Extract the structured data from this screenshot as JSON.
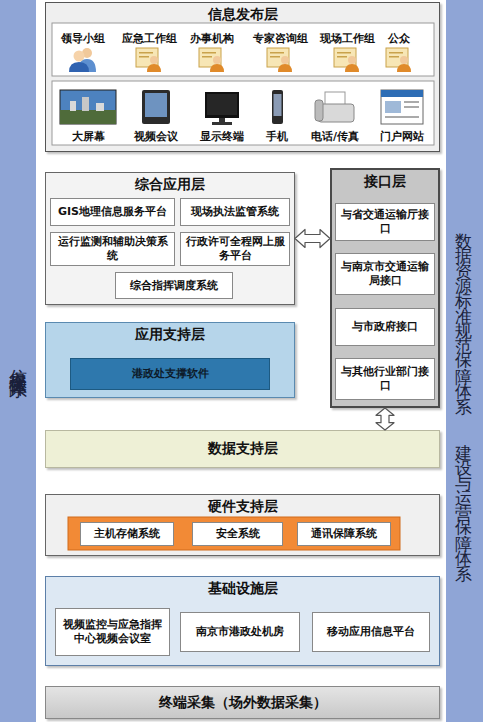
{
  "diagram": {
    "nodes": [
      {
        "text": [
          "信息发布层"
        ]
      },
      {
        "text": [
          "综合应用层"
        ]
      },
      {
        "text": [
          "GIS地理信息服务平台"
        ],
        "in": 1
      },
      {
        "text": [
          "现场执法监管系统"
        ],
        "in": 1
      },
      {
        "text": [
          "运行监测和辅助决策系统"
        ],
        "in": 1
      },
      {
        "text": [
          "行政许可全程网上服务平台"
        ],
        "in": 1
      },
      {
        "text": [
          "综合指挥调度系统"
        ],
        "in": 1
      },
      {
        "text": [
          "接口层"
        ]
      },
      {
        "text": [
          "与省交通运输厅接口"
        ],
        "in": 7
      },
      {
        "text": [
          "与南京市交通运输局接口"
        ],
        "in": 7
      },
      {
        "text": [
          "与市政府接口"
        ],
        "in": 7
      },
      {
        "text": [
          "与其他行业部门接口"
        ],
        "in": 7
      },
      {
        "text": [
          "应用支持层"
        ]
      },
      {
        "text": [
          "港政处支撑软件"
        ],
        "in": 12
      },
      {
        "text": [
          "数据支持层"
        ]
      },
      {
        "text": [
          "硬件支持层"
        ]
      },
      {
        "text": [
          "主机存储系统"
        ],
        "in": 15
      },
      {
        "text": [
          "安全系统"
        ],
        "in": 15
      },
      {
        "text": [
          "通讯保障系统"
        ],
        "in": 15
      },
      {
        "text": [
          "基础设施层"
        ]
      },
      {
        "text": [
          "视频监控与应急指挥中心视频会议室"
        ],
        "in": 19
      },
      {
        "text": [
          "南京市港政处机房"
        ],
        "in": 19
      },
      {
        "text": [
          "移动应用信息平台"
        ],
        "in": 19
      },
      {
        "text": [
          "终端采集（场外数据采集）"
        ]
      },
      {
        "text": [
          "信息安全保障体系"
        ]
      },
      {
        "text": [
          "数据资源标准规范保障体系、建设与运营保障体系"
        ]
      }
    ],
    "edges": [
      {
        "from": 1,
        "to": 7,
        "arrow": "both"
      },
      {
        "from": 7,
        "to": 14,
        "arrow": "both"
      }
    ],
    "labels": [
      "领导小组",
      "应急工作组",
      "办事机构",
      "专家咨询组",
      "现场工作组",
      "公众",
      "大屏幕",
      "视频会议",
      "显示终端",
      "手机",
      "电话/传真",
      "门户网站"
    ]
  }
}
